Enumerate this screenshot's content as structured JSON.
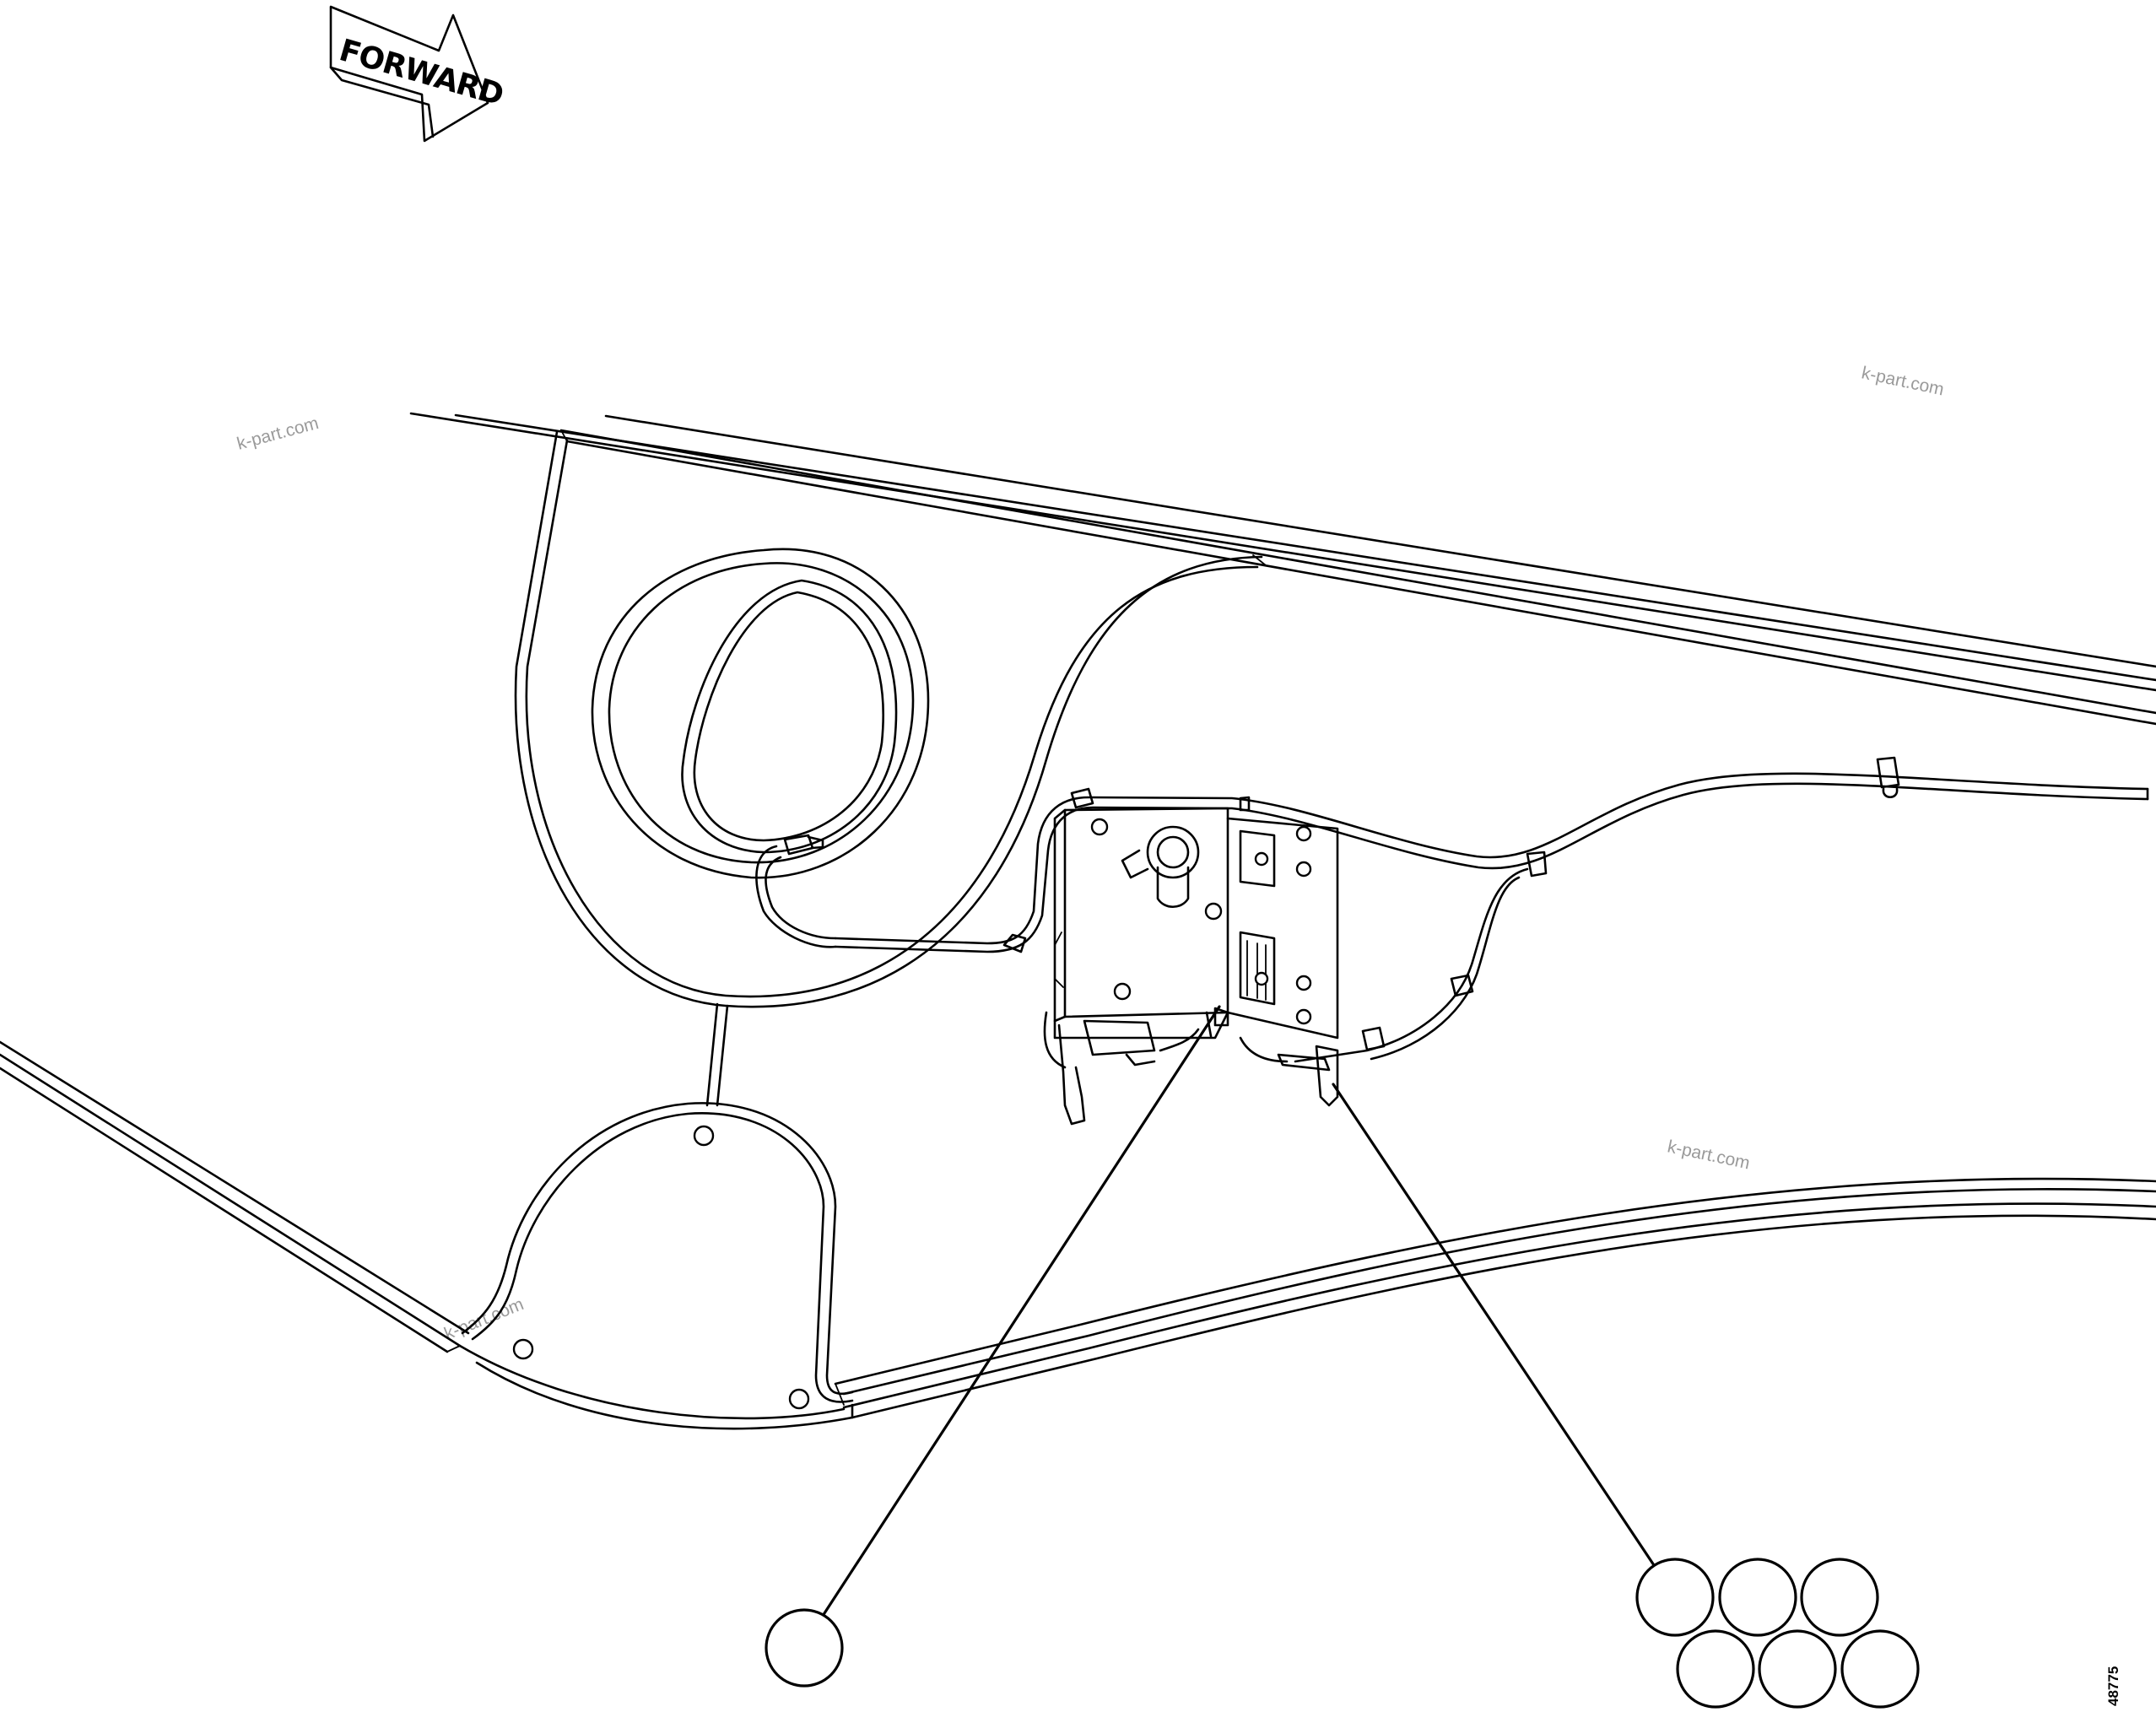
{
  "direction_label": "FORWARD",
  "watermarks": [
    "k-part.com",
    "k-part.com",
    "k-part.com",
    "k-part.com"
  ],
  "callouts": {
    "left_group": [
      ""
    ],
    "right_group": [
      "",
      "",
      "",
      "",
      "",
      ""
    ]
  },
  "figure_number": "48775"
}
